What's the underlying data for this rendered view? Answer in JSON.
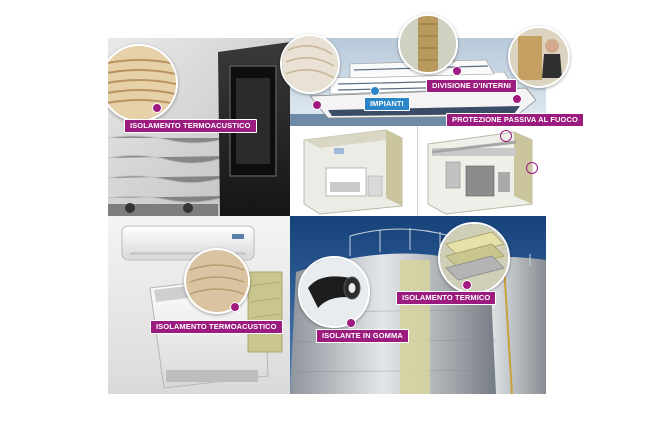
{
  "labels": {
    "isolamento_termoacustico_container": "ISOLAMENTO TERMOACUSTICO",
    "impianti": "IMPIANTI",
    "divisione_interni": "DIVISIONE D'INTERNI",
    "protezione_passiva": "PROTEZIONE PASSIVA AL FUOCO",
    "isolamento_termoacustico_ac": "ISOLAMENTO TERMOACUSTICO",
    "isolamento_termico": "ISOLAMENTO TERMICO",
    "isolante_in_gomma": "ISOLANTE IN GOMMA"
  },
  "colors": {
    "accent_magenta": "#9c1b7e",
    "accent_blue": "#2a86c8",
    "ship_sky": "#c9d7e4",
    "tank_sky": "#1f4f8c"
  },
  "icons": {
    "marker": "magenta-dot-icon",
    "marker_alt": "blue-dot-icon"
  }
}
